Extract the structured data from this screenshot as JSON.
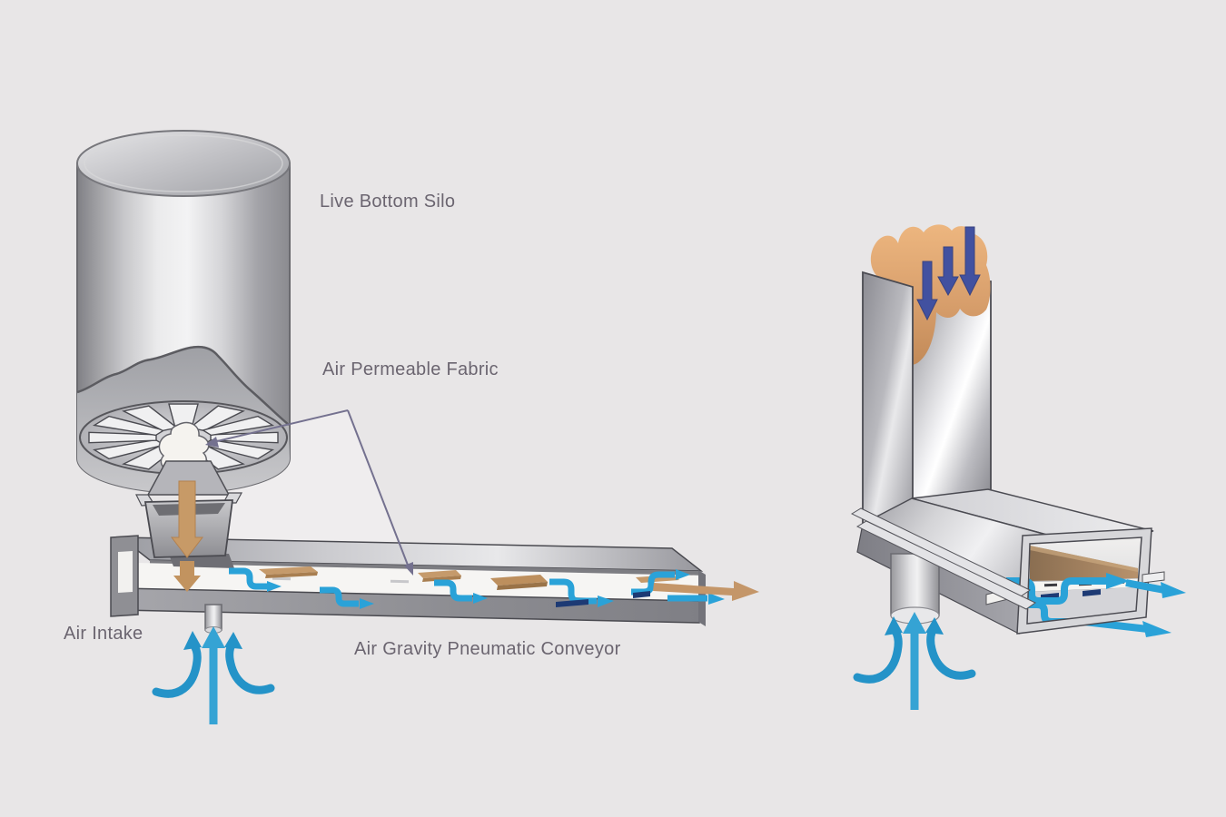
{
  "page": {
    "type": "technical-illustration",
    "background": "#e8e6e7"
  },
  "left_diagram": {
    "name": "live-bottom-silo-with-air-gravity-conveyor",
    "labels": {
      "live_bottom_silo": "Live Bottom Silo",
      "air_permeable_fabric": "Air Permeable Fabric",
      "air_intake": "Air Intake",
      "air_gravity_pneumatic_conveyor": "Air Gravity Pneumatic Conveyor"
    }
  },
  "right_diagram": {
    "name": "conveyor-elbow-cutaway-detail",
    "labels": {}
  },
  "colors": {
    "background": "#e8e6e7",
    "label_text": "#6b6570",
    "metal_light": "#f2f2f4",
    "metal_mid": "#b4b4b9",
    "metal_dark": "#7c7c82",
    "outline": "#4b4b52",
    "material_tan": "#c9996a",
    "material_tan_deep": "#a87e50",
    "air_blue": "#2aa2d8",
    "air_blue_curl": "#2493c8",
    "flow_navy": "#4251a0",
    "navy_accent": "#1d3a74",
    "annotation_line": "#74718f"
  },
  "icons": [
    "material-flow-down-arrow-icon",
    "air-flow-step-arrow-icon",
    "air-intake-updraft-arrow-icon",
    "material-exit-arrow-icon",
    "annotation-pointer-icon"
  ]
}
